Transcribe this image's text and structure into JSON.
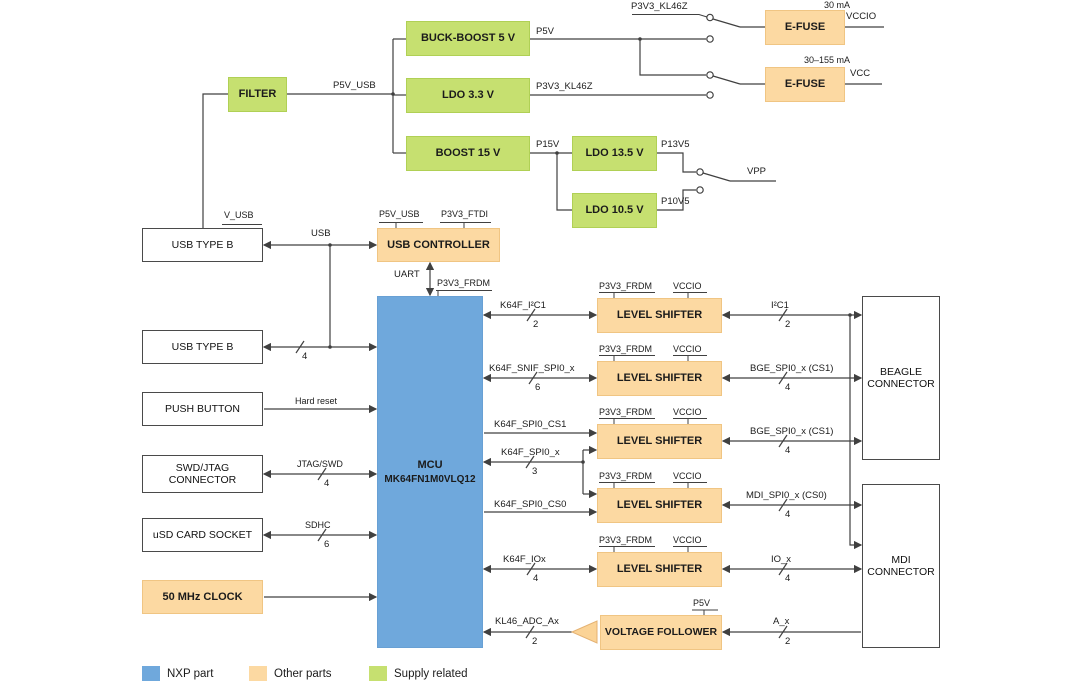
{
  "colors": {
    "nxp_blue": "#6fa8dc",
    "other_orange": "#fcd9a2",
    "supply_green": "#c6e070",
    "wire": "#404040"
  },
  "power": {
    "filter": "FILTER",
    "buck_boost_5v": "BUCK-BOOST 5 V",
    "ldo_3v3": "LDO 3.3 V",
    "boost_15v": "BOOST 15 V",
    "ldo_13v5": "LDO 13.5 V",
    "ldo_10v5": "LDO 10.5 V",
    "efuse_vccio": "E-FUSE",
    "efuse_vcc": "E-FUSE",
    "p5v_usb": "P5V_USB",
    "p5v": "P5V",
    "p3v3_kl46z_rail": "P3V3_KL46Z",
    "p3v3_kl46z_ldo": "P3V3_KL46Z",
    "p15v": "P15V",
    "p13v5": "P13V5",
    "p10v5": "P10V5",
    "vpp": "VPP",
    "vccio": "VCCIO",
    "vcc": "VCC",
    "current_30ma": "30 mA",
    "current_30_155ma": "30–155 mA"
  },
  "peripherals": {
    "usb_type_b_1": "USB TYPE B",
    "usb_type_b_2": "USB TYPE B",
    "push_button": "PUSH BUTTON",
    "swd_jtag_line1": "SWD/JTAG",
    "swd_jtag_line2": "CONNECTOR",
    "usd_socket": "uSD CARD SOCKET",
    "clock": "50 MHz CLOCK",
    "v_usb": "V_USB",
    "usb": "USB",
    "usb_width": "4",
    "hard_reset": "Hard reset",
    "jtag_swd": "JTAG/SWD",
    "jtag_width": "4",
    "sdhc": "SDHC",
    "sdhc_width": "6"
  },
  "center": {
    "usb_controller": "USB CONTROLLER",
    "p5v_usb": "P5V_USB",
    "p3v3_ftdi": "P3V3_FTDI",
    "uart": "UART",
    "p3v3_frdm": "P3V3_FRDM",
    "mcu": "MCU",
    "mcu_part": "MK64FN1M0VLQ12"
  },
  "rows": [
    {
      "box": "LEVEL SHIFTER",
      "rail_left": "P3V3_FRDM",
      "rail_right": "VCCIO",
      "sig_left": "K64F_I²C1",
      "width_left": "2",
      "sig_right": "I²C1",
      "width_right": "2"
    },
    {
      "box": "LEVEL SHIFTER",
      "rail_left": "P3V3_FRDM",
      "rail_right": "VCCIO",
      "sig_left": "K64F_SNIF_SPI0_x",
      "width_left": "6",
      "sig_right": "BGE_SPI0_x (CS1)",
      "width_right": "4"
    },
    {
      "box": "LEVEL SHIFTER",
      "rail_left": "P3V3_FRDM",
      "rail_right": "VCCIO",
      "sig_left": "K64F_SPI0_CS1",
      "sig_left2": "K64F_SPI0_x",
      "width_left2": "3",
      "sig_right": "BGE_SPI0_x (CS1)",
      "width_right": "4"
    },
    {
      "box": "LEVEL SHIFTER",
      "rail_left": "P3V3_FRDM",
      "rail_right": "VCCIO",
      "sig_left": "K64F_SPI0_CS0",
      "sig_right": "MDI_SPI0_x (CS0)",
      "width_right": "4"
    },
    {
      "box": "LEVEL SHIFTER",
      "rail_left": "P3V3_FRDM",
      "rail_right": "VCCIO",
      "sig_left": "K64F_IOx",
      "width_left": "4",
      "sig_right": "IO_x",
      "width_right": "4"
    },
    {
      "box": "VOLTAGE FOLLOWER",
      "rail_right": "P5V",
      "sig_left": "KL46_ADC_Ax",
      "width_left": "2",
      "sig_right": "A_x",
      "width_right": "2"
    }
  ],
  "connectors": {
    "beagle_line1": "BEAGLE",
    "beagle_line2": "CONNECTOR",
    "mdi_line1": "MDI",
    "mdi_line2": "CONNECTOR"
  },
  "legend": {
    "nxp": "NXP part",
    "other": "Other parts",
    "supply": "Supply related"
  }
}
